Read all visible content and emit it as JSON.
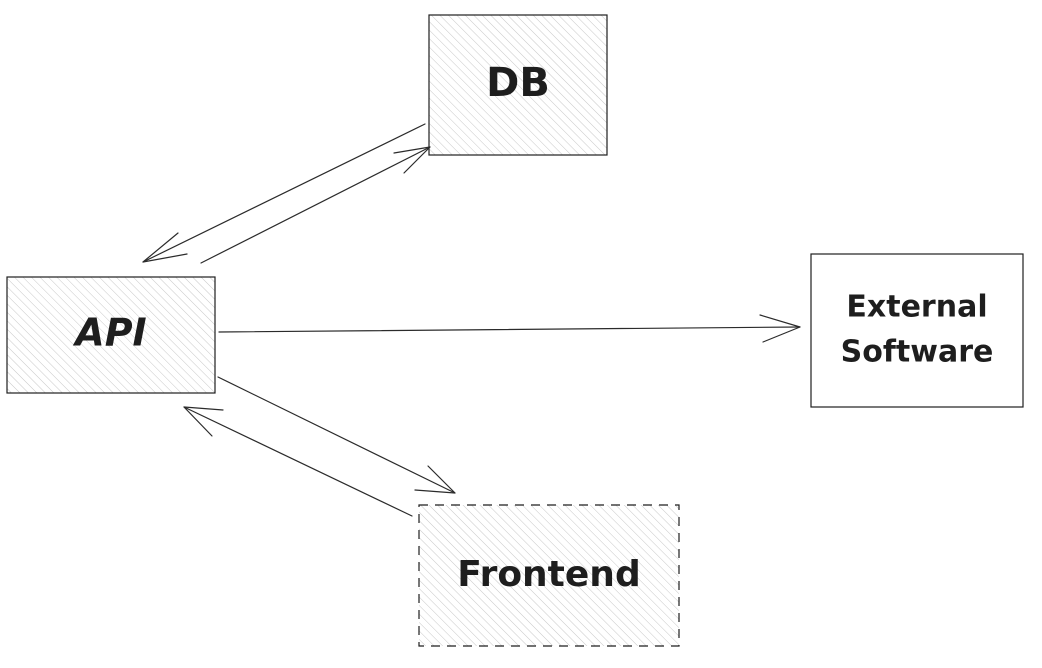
{
  "nodes": {
    "db": {
      "label": "DB",
      "fill": "hachure"
    },
    "api": {
      "label": "API",
      "fill": "hachure"
    },
    "external": {
      "label_lines": [
        "External",
        "Software"
      ],
      "fill": "none"
    },
    "frontend": {
      "label": "Frontend",
      "fill": "hachure",
      "border": "dashed"
    }
  },
  "edges": [
    {
      "from": "db",
      "to": "api"
    },
    {
      "from": "api",
      "to": "db"
    },
    {
      "from": "api",
      "to": "external"
    },
    {
      "from": "api",
      "to": "frontend"
    },
    {
      "from": "frontend",
      "to": "api"
    }
  ],
  "colors": {
    "stroke": "#1e1e1e",
    "hachure": "#c8c8c8",
    "background": "#ffffff"
  }
}
